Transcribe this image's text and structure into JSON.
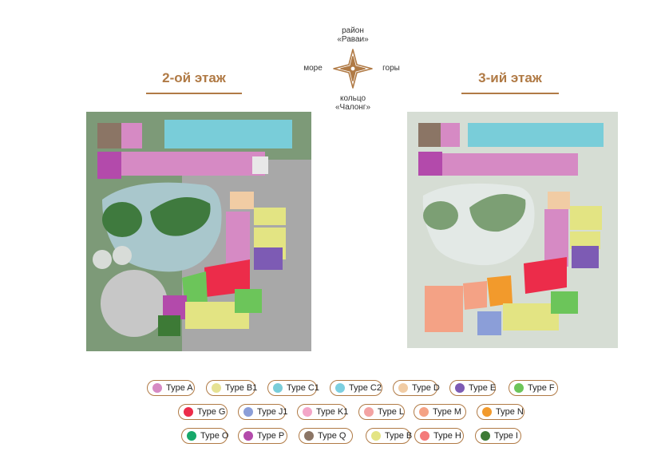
{
  "compass": {
    "north": "район «Раваи»",
    "south": "кольцо «Чалонг»",
    "west": "море",
    "east": "горы",
    "north_lines": [
      "район",
      "«Раваи»"
    ],
    "south_lines": [
      "кольцо",
      "«Чалонг»"
    ],
    "icon": "compass-star-icon"
  },
  "floors": [
    {
      "title": "2-ой этаж"
    },
    {
      "title": "3-ий этаж"
    }
  ],
  "legend": [
    [
      {
        "label": "Type A",
        "color": "#d68ac4"
      },
      {
        "label": "Type B1",
        "color": "#e6e294"
      },
      {
        "label": "Type C1",
        "color": "#79cdd9"
      },
      {
        "label": "Type C2",
        "color": "#7ccfe0"
      },
      {
        "label": "Type D",
        "color": "#f1cca4"
      },
      {
        "label": "Type E",
        "color": "#7d5bb4"
      },
      {
        "label": "Type F",
        "color": "#6cc55a"
      }
    ],
    [
      {
        "label": "Type G",
        "color": "#ec2c4a"
      },
      {
        "label": "Type J1",
        "color": "#8b9ed8"
      },
      {
        "label": "Type K1",
        "color": "#f3a6c8"
      },
      {
        "label": "Type L",
        "color": "#f3a3a3"
      },
      {
        "label": "Type M",
        "color": "#f4a285"
      },
      {
        "label": "Type N",
        "color": "#f29a2c"
      }
    ],
    [
      {
        "label": "Type O",
        "color": "#17a86a"
      },
      {
        "label": "Type P",
        "color": "#b34aab"
      },
      {
        "label": "Type Q",
        "color": "#8b7565"
      },
      {
        "label": "Type B",
        "color": "#e3e483"
      },
      {
        "label": "Type H",
        "color": "#f47a7a"
      },
      {
        "label": "Type I",
        "color": "#3d7a36"
      }
    ]
  ]
}
